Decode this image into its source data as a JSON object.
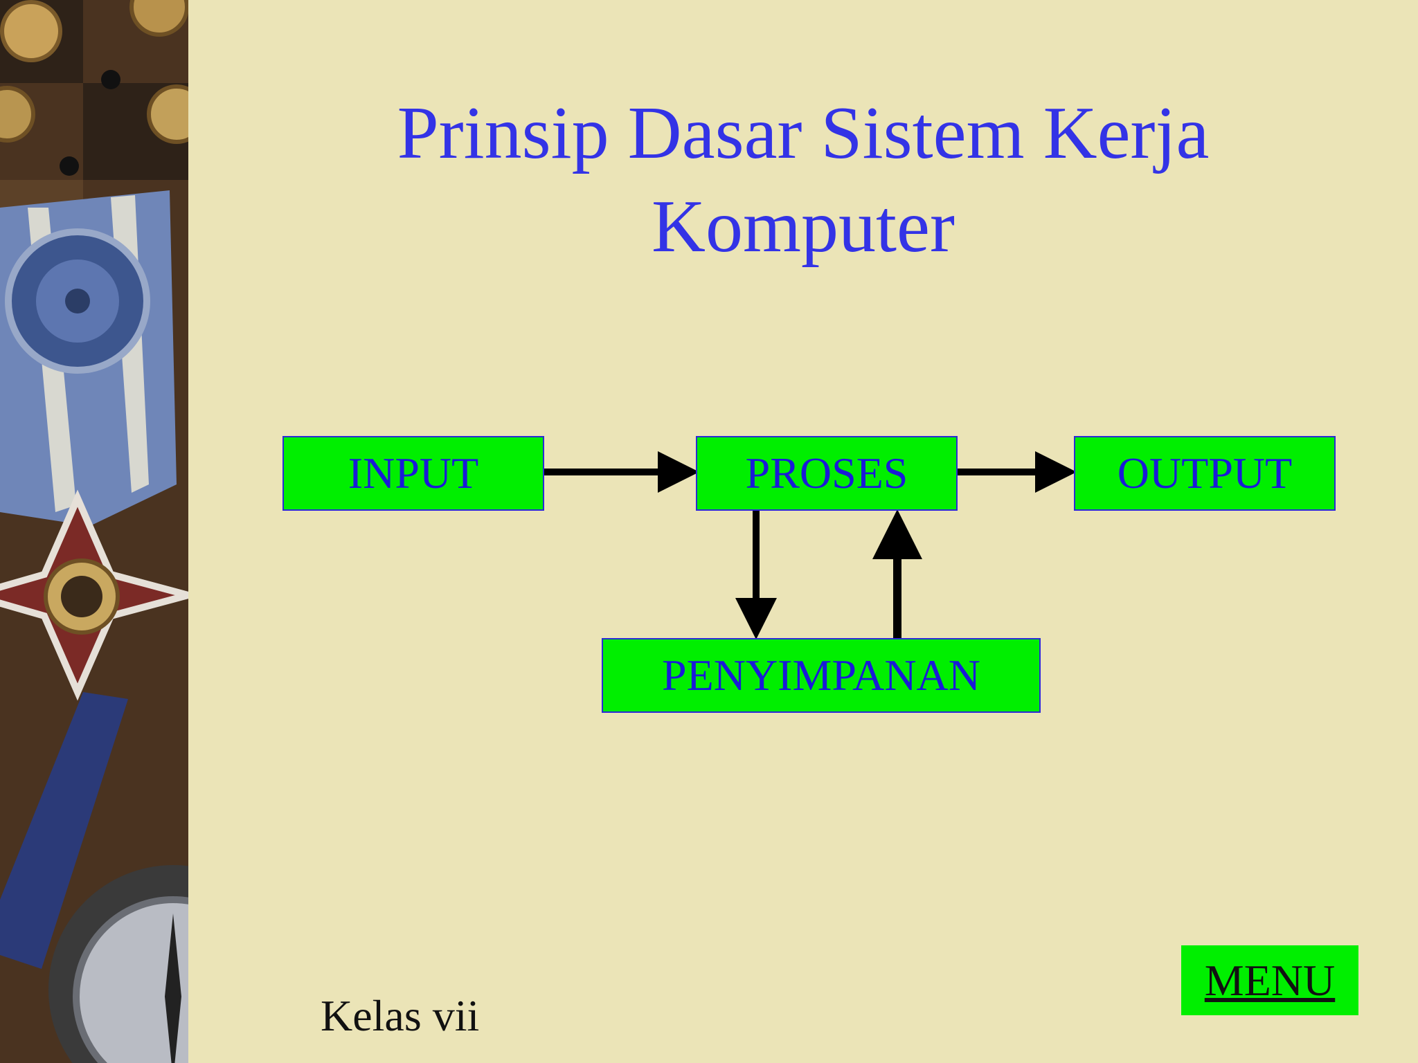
{
  "title": {
    "line1": "Prinsip Dasar Sistem Kerja",
    "line2": "Komputer"
  },
  "diagram": {
    "input": "INPUT",
    "proses": "PROSES",
    "output": "OUTPUT",
    "penyimpanan": "PENYIMPANAN"
  },
  "footer": {
    "class_label": "Kelas vii",
    "menu_label": "MENU"
  },
  "colors": {
    "background": "#ebe4b7",
    "title": "#3333e6",
    "box_fill": "#00ef00",
    "box_text": "#1a1ad8"
  }
}
